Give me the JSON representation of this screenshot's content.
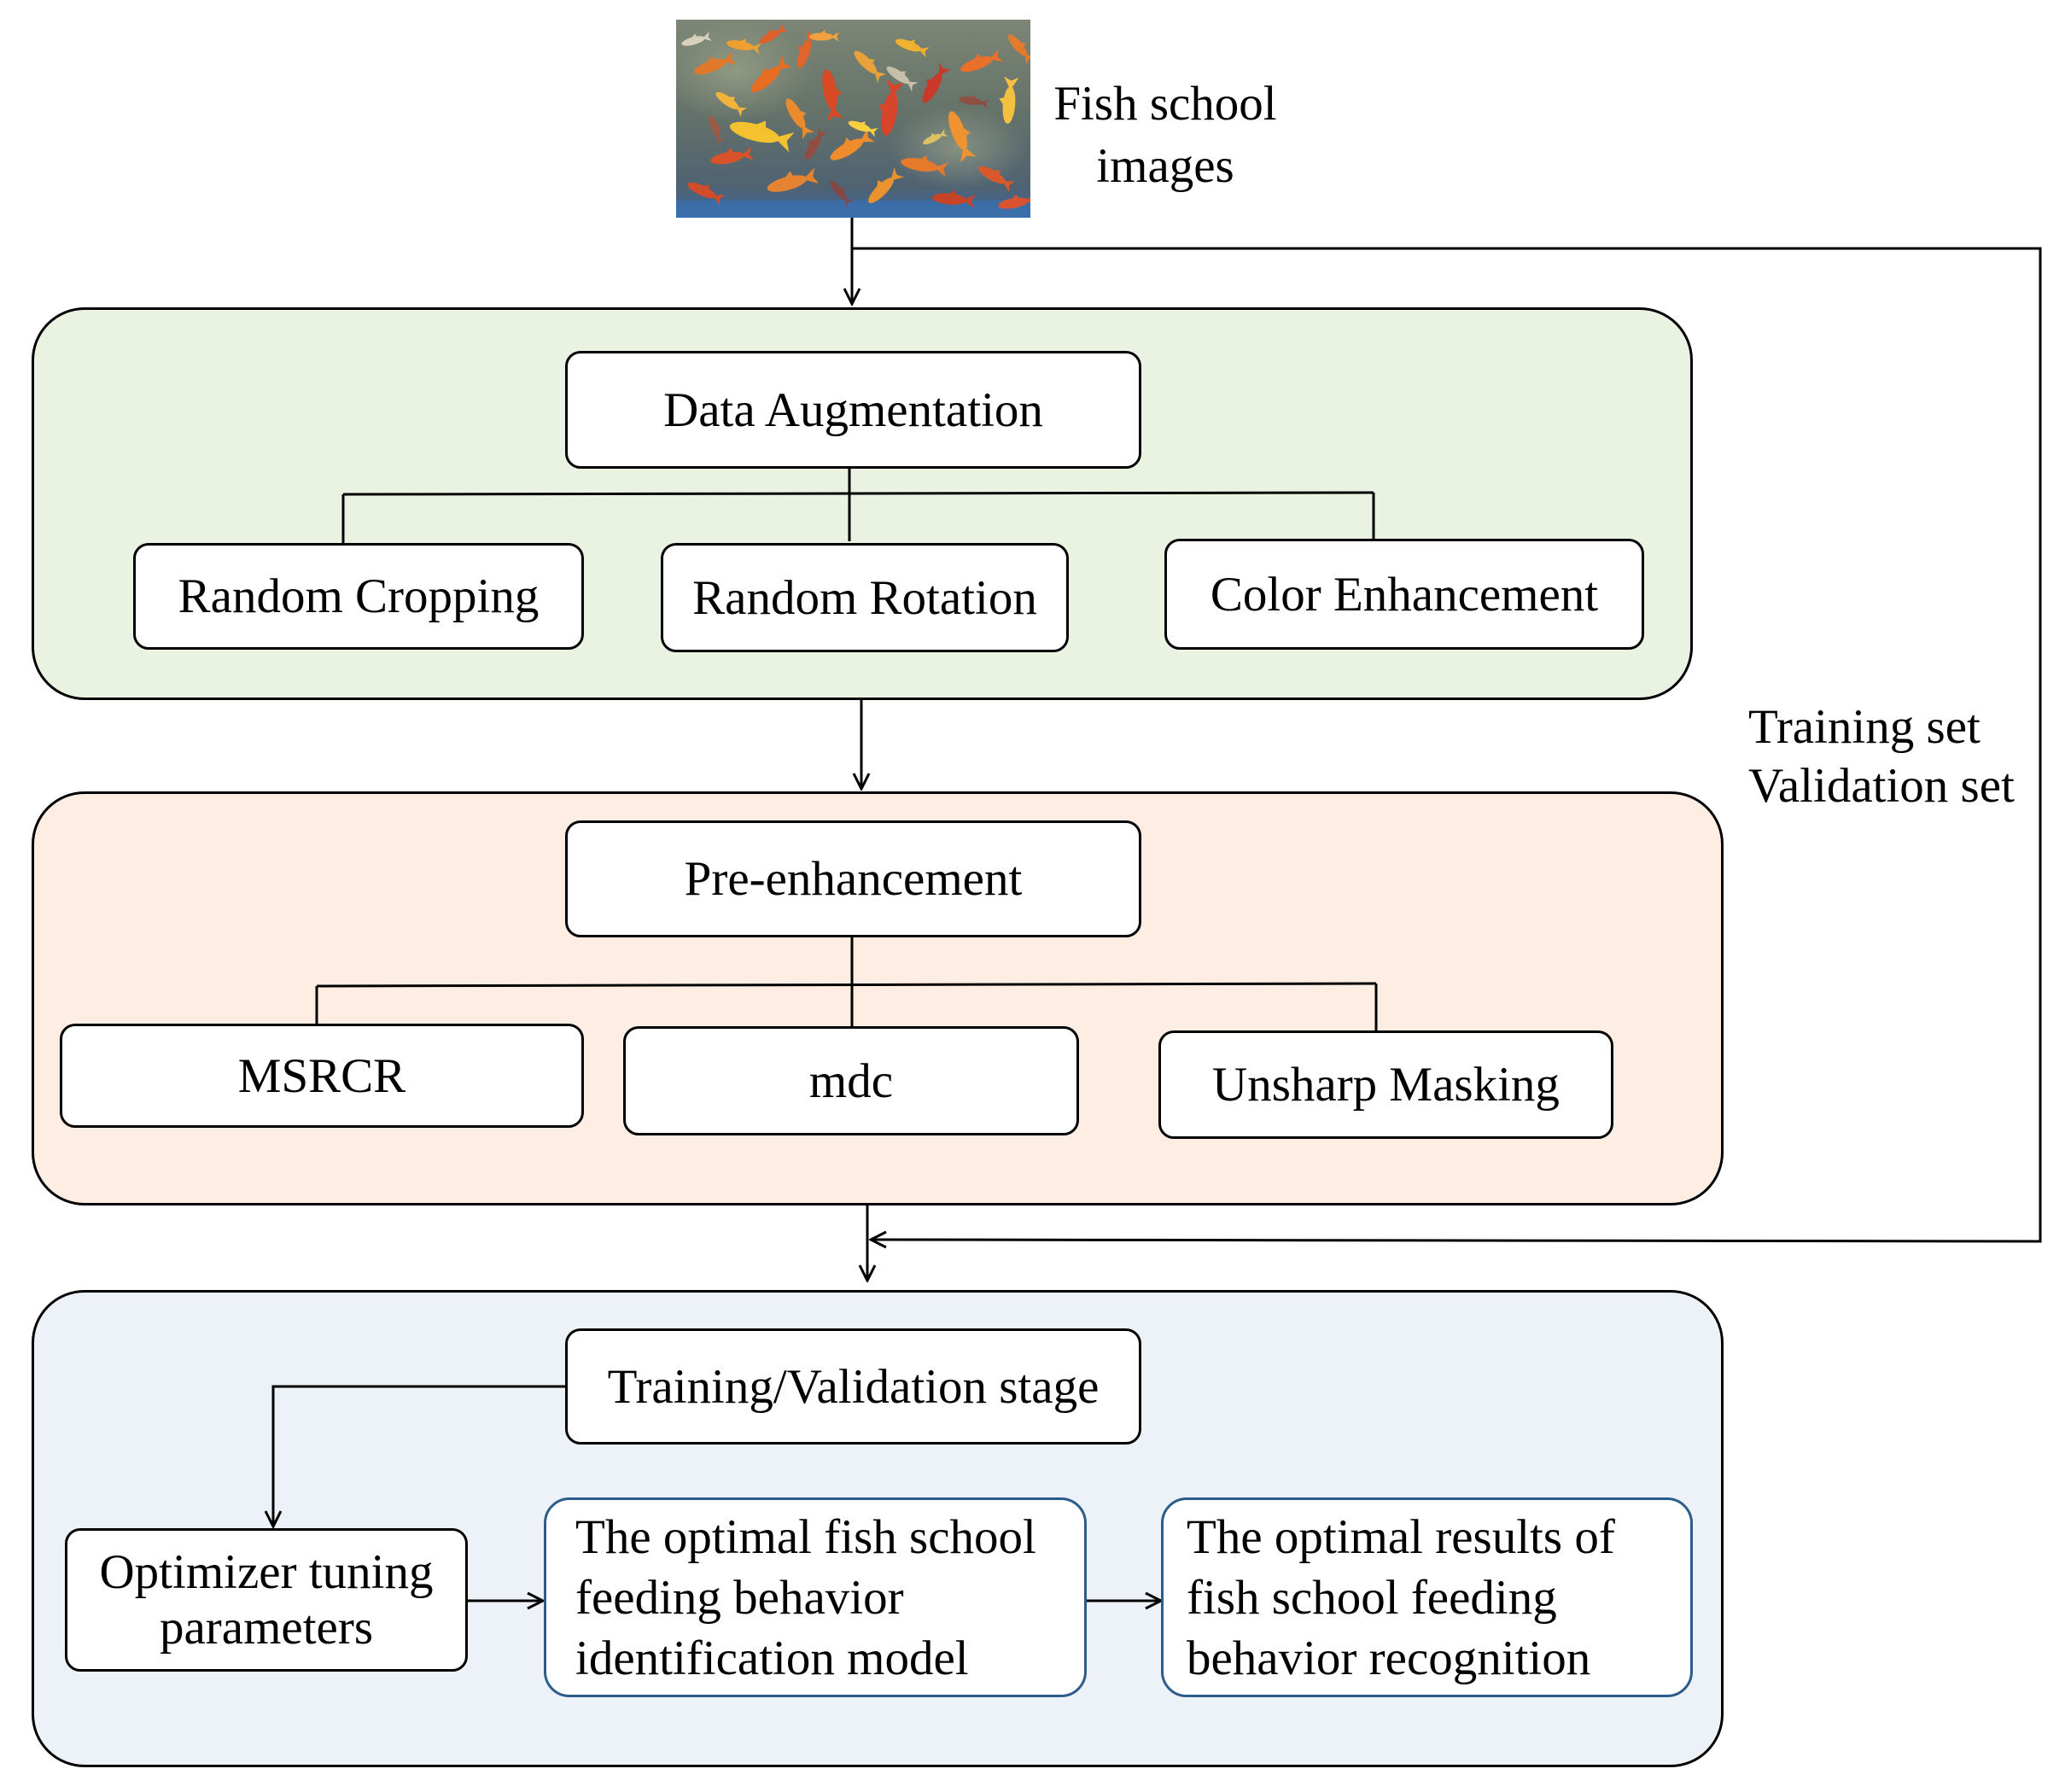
{
  "image": {
    "caption_lines": [
      "Fish school",
      "images"
    ]
  },
  "feedback": {
    "label_lines": [
      "Training set",
      "Validation set"
    ]
  },
  "augmentation": {
    "title": "Data Augmentation",
    "items": [
      "Random Cropping",
      "Random Rotation",
      "Color Enhancement"
    ]
  },
  "pre_enhancement": {
    "title": "Pre-enhancement",
    "items": [
      "MSRCR",
      "mdc",
      "Unsharp Masking"
    ]
  },
  "training": {
    "title": "Training/Validation stage",
    "optimizer_lines": [
      "Optimizer tuning",
      "parameters"
    ],
    "model_lines": [
      "The optimal fish school",
      "feeding behavior",
      "identification model"
    ],
    "results_lines": [
      "The optimal results of",
      "fish school feeding",
      "behavior recognition"
    ]
  },
  "colors": {
    "augmentation_fill": "#eaf3e2",
    "pre_enhancement_fill": "#fdede2",
    "training_fill": "#edf2f9",
    "output_border": "#2b5c8a"
  }
}
